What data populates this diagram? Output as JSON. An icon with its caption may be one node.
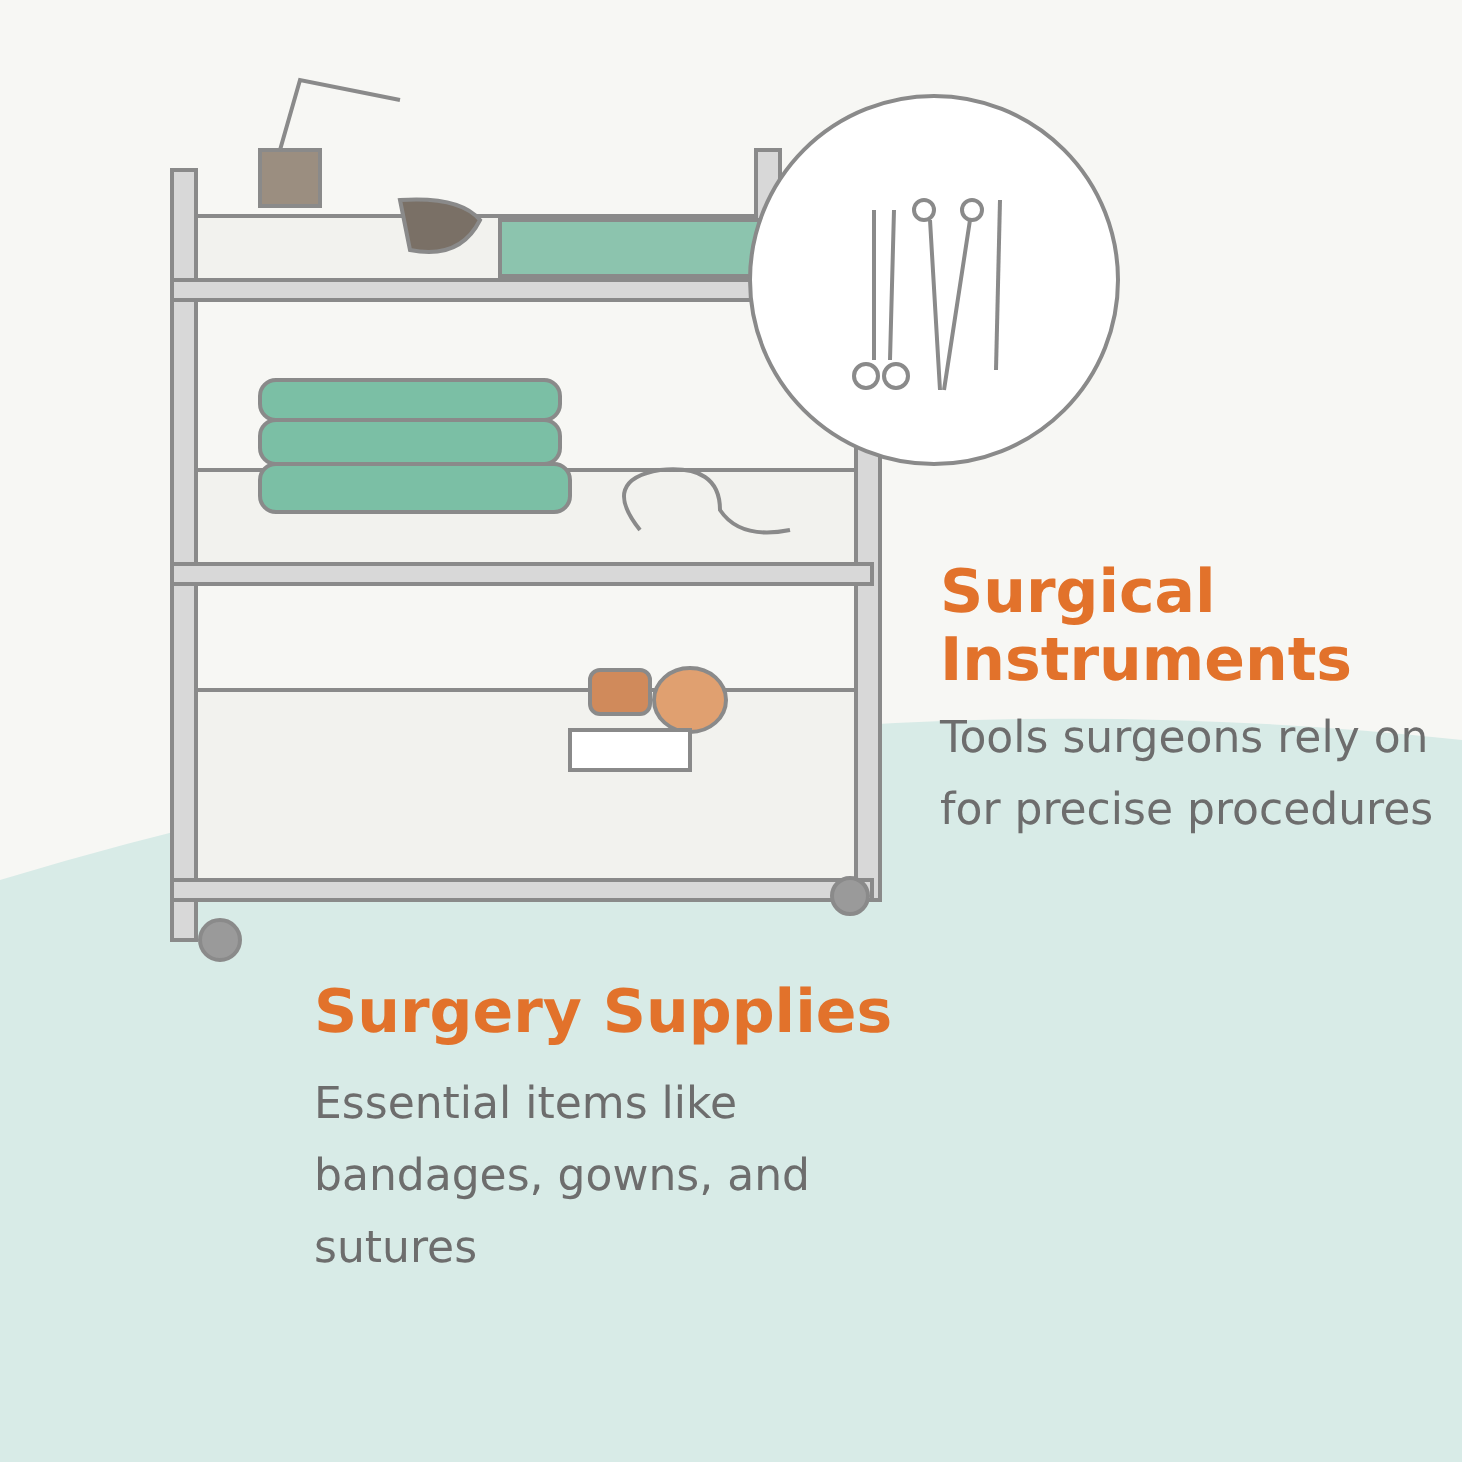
{
  "diagram": {
    "labels": [
      "Surgical Instruments",
      "Tools surgeons rely on for precise procedures",
      "Surgery Supplies",
      "Essential items like bandages, gowns, and sutures"
    ]
  }
}
